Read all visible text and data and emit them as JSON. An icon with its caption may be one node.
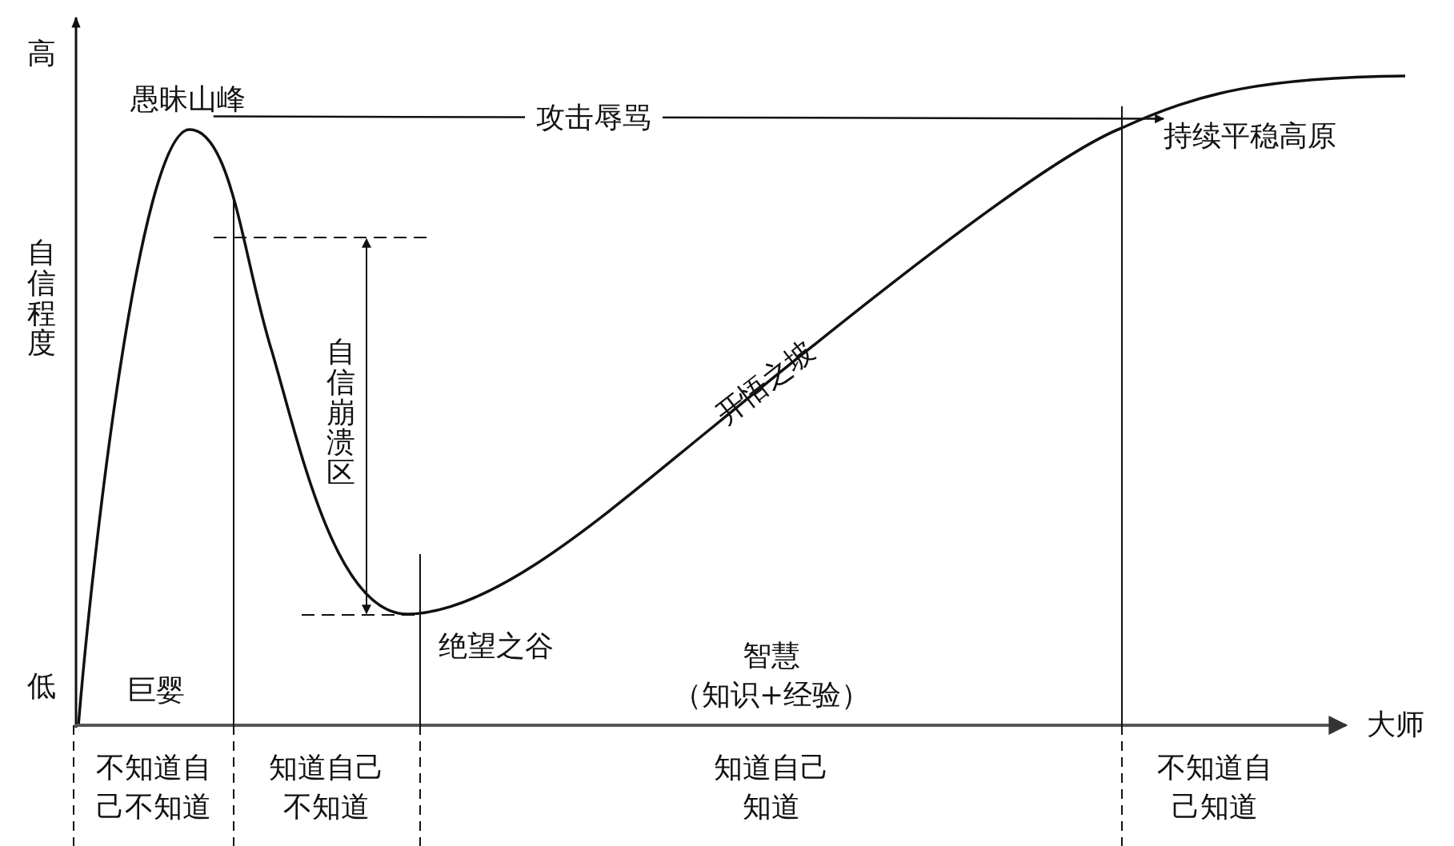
{
  "diagram": {
    "nodes": [
      {
        "text": [
          "愚昧山峰"
        ]
      },
      {
        "text": [
          "持续平稳高原"
        ]
      }
    ],
    "edges": [
      {
        "from": 0,
        "to": 1,
        "arrow": "to",
        "label": "攻击辱骂"
      }
    ],
    "labels": [
      "高",
      "自信程度",
      "开悟之坡",
      "自信崩溃区",
      "绝望之谷",
      "智慧",
      "低",
      "巨婴",
      "（知识+经验）",
      "大师",
      "不知道自己不知道",
      "知道自己不知道",
      "知道自己知道",
      "不知道自己知道"
    ]
  }
}
